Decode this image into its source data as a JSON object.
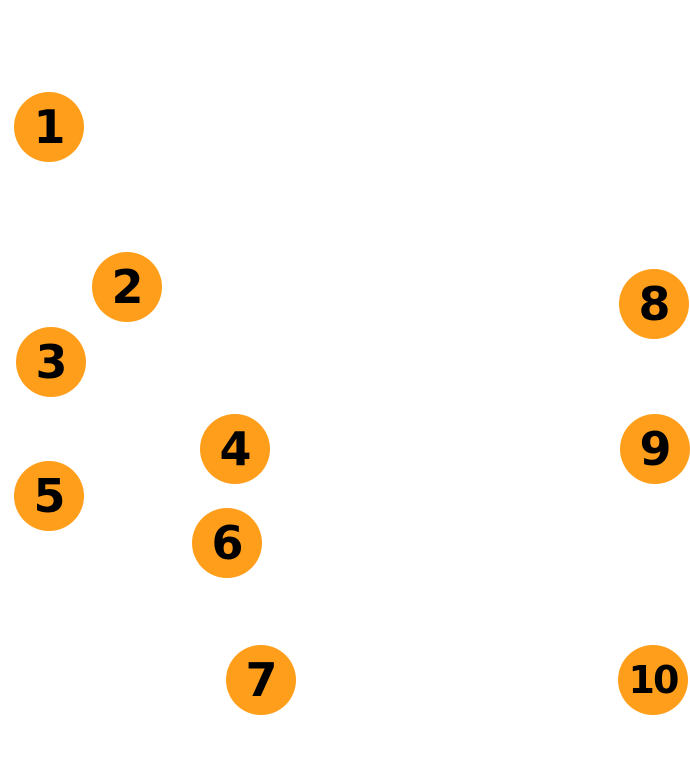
{
  "colors": {
    "background": "#ffffff",
    "marker_fill": "#FF9E1B",
    "marker_text": "#000000"
  },
  "markers": [
    {
      "label": "1"
    },
    {
      "label": "2"
    },
    {
      "label": "3"
    },
    {
      "label": "4"
    },
    {
      "label": "5"
    },
    {
      "label": "6"
    },
    {
      "label": "7"
    },
    {
      "label": "8"
    },
    {
      "label": "9"
    },
    {
      "label": "10"
    }
  ]
}
